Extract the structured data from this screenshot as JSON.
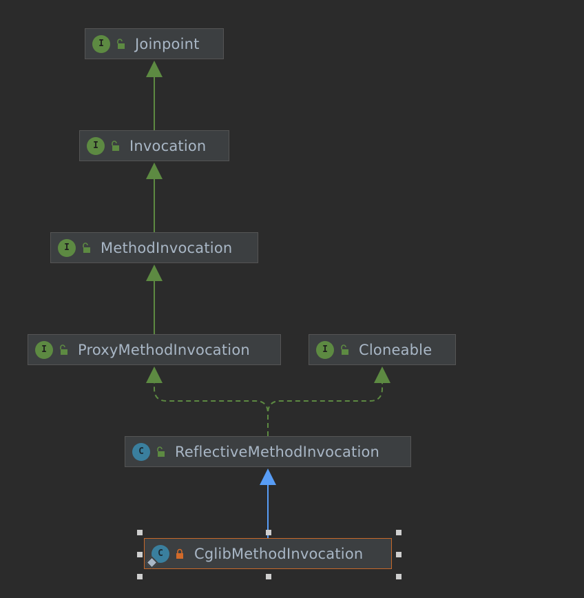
{
  "nodes": [
    {
      "id": "joinpoint",
      "label": "Joinpoint",
      "kind": "interface",
      "badge": "I",
      "access": "public",
      "icon": "interface-icon"
    },
    {
      "id": "invocation",
      "label": "Invocation",
      "kind": "interface",
      "badge": "I",
      "access": "public",
      "icon": "interface-icon"
    },
    {
      "id": "method-invocation",
      "label": "MethodInvocation",
      "kind": "interface",
      "badge": "I",
      "access": "public",
      "icon": "interface-icon"
    },
    {
      "id": "proxy-method-invocation",
      "label": "ProxyMethodInvocation",
      "kind": "interface",
      "badge": "I",
      "access": "public",
      "icon": "interface-icon"
    },
    {
      "id": "cloneable",
      "label": "Cloneable",
      "kind": "interface",
      "badge": "I",
      "access": "public",
      "icon": "interface-icon"
    },
    {
      "id": "reflective-method-invocation",
      "label": "ReflectiveMethodInvocation",
      "kind": "class",
      "badge": "C",
      "access": "public",
      "icon": "class-icon"
    },
    {
      "id": "cglib-method-invocation",
      "label": "CglibMethodInvocation",
      "kind": "class",
      "badge": "C",
      "access": "private",
      "icon": "class-icon",
      "selected": true
    }
  ],
  "edges": [
    {
      "from": "invocation",
      "to": "joinpoint",
      "type": "extends-interface"
    },
    {
      "from": "method-invocation",
      "to": "invocation",
      "type": "extends-interface"
    },
    {
      "from": "proxy-method-invocation",
      "to": "method-invocation",
      "type": "extends-interface"
    },
    {
      "from": "reflective-method-invocation",
      "to": "proxy-method-invocation",
      "type": "implements"
    },
    {
      "from": "reflective-method-invocation",
      "to": "cloneable",
      "type": "implements"
    },
    {
      "from": "cglib-method-invocation",
      "to": "reflective-method-invocation",
      "type": "extends-class"
    }
  ],
  "colors": {
    "background": "#2b2b2b",
    "node_fill": "#3c3f41",
    "node_border": "#555555",
    "selected_border": "#c86a2a",
    "interface_edge": "#5d8a42",
    "class_edge": "#589df6",
    "text": "#a9b7c6",
    "lock_public": "#5d8a42",
    "lock_private": "#d16a2a"
  }
}
